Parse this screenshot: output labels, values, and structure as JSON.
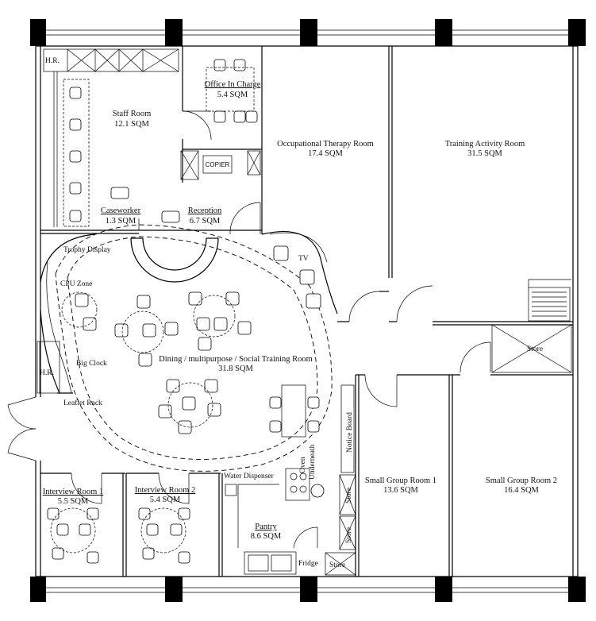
{
  "rooms": {
    "staff_room": {
      "name": "Staff Room",
      "area": "12.1 SQM"
    },
    "office_in_charge": {
      "name": "Office In Charge",
      "area": "5.4 SQM"
    },
    "occupational_therapy": {
      "name": "Occupational Therapy Room",
      "area": "17.4 SQM"
    },
    "training_activity": {
      "name": "Training Activity Room",
      "area": "31.5 SQM"
    },
    "caseworker": {
      "name": "Caseworker",
      "area": "1.3 SQM"
    },
    "reception": {
      "name": "Reception",
      "area": "6.7 SQM"
    },
    "dining": {
      "name": "Dining / multipurpose / Social Training Room",
      "area": "31.8 SQM"
    },
    "interview_1": {
      "name": "Interview Room 1",
      "area": "5.5 SQM"
    },
    "interview_2": {
      "name": "Interview Room 2",
      "area": "5.4 SQM"
    },
    "pantry": {
      "name": "Pantry",
      "area": "8.6 SQM"
    },
    "small_group_1": {
      "name": "Small Group Room 1",
      "area": "13.6 SQM"
    },
    "small_group_2": {
      "name": "Small Group Room 2",
      "area": "16.4 SQM"
    }
  },
  "labels": {
    "hr_top": "H.R.",
    "hr_left": "H.R.",
    "copier": "COPIER",
    "trophy_display": "Trophy Display",
    "cpu_zone": "CPU Zone",
    "big_clock": "Big Clock",
    "leaflet_rack": "Leaflet Rack",
    "tv": "TV",
    "water_dispenser": "Water Dispenser",
    "oven_line1": "Oven",
    "oven_line2": "Underneath",
    "notice_board": "Notice Board",
    "fridge": "Fridge",
    "store_main": "Store",
    "store_1": "Store",
    "store_2": "Store",
    "store_3": "Store"
  }
}
